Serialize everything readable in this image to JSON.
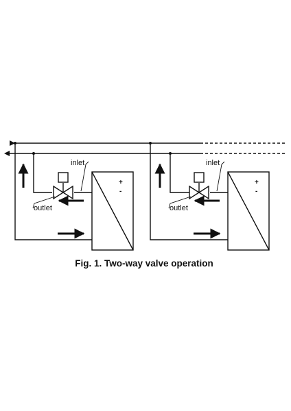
{
  "figure": {
    "caption": "Fig. 1. Two-way valve operation",
    "labels": {
      "inlet": "inlet",
      "outlet": "outlet",
      "plus": "+",
      "minus": "-"
    }
  }
}
